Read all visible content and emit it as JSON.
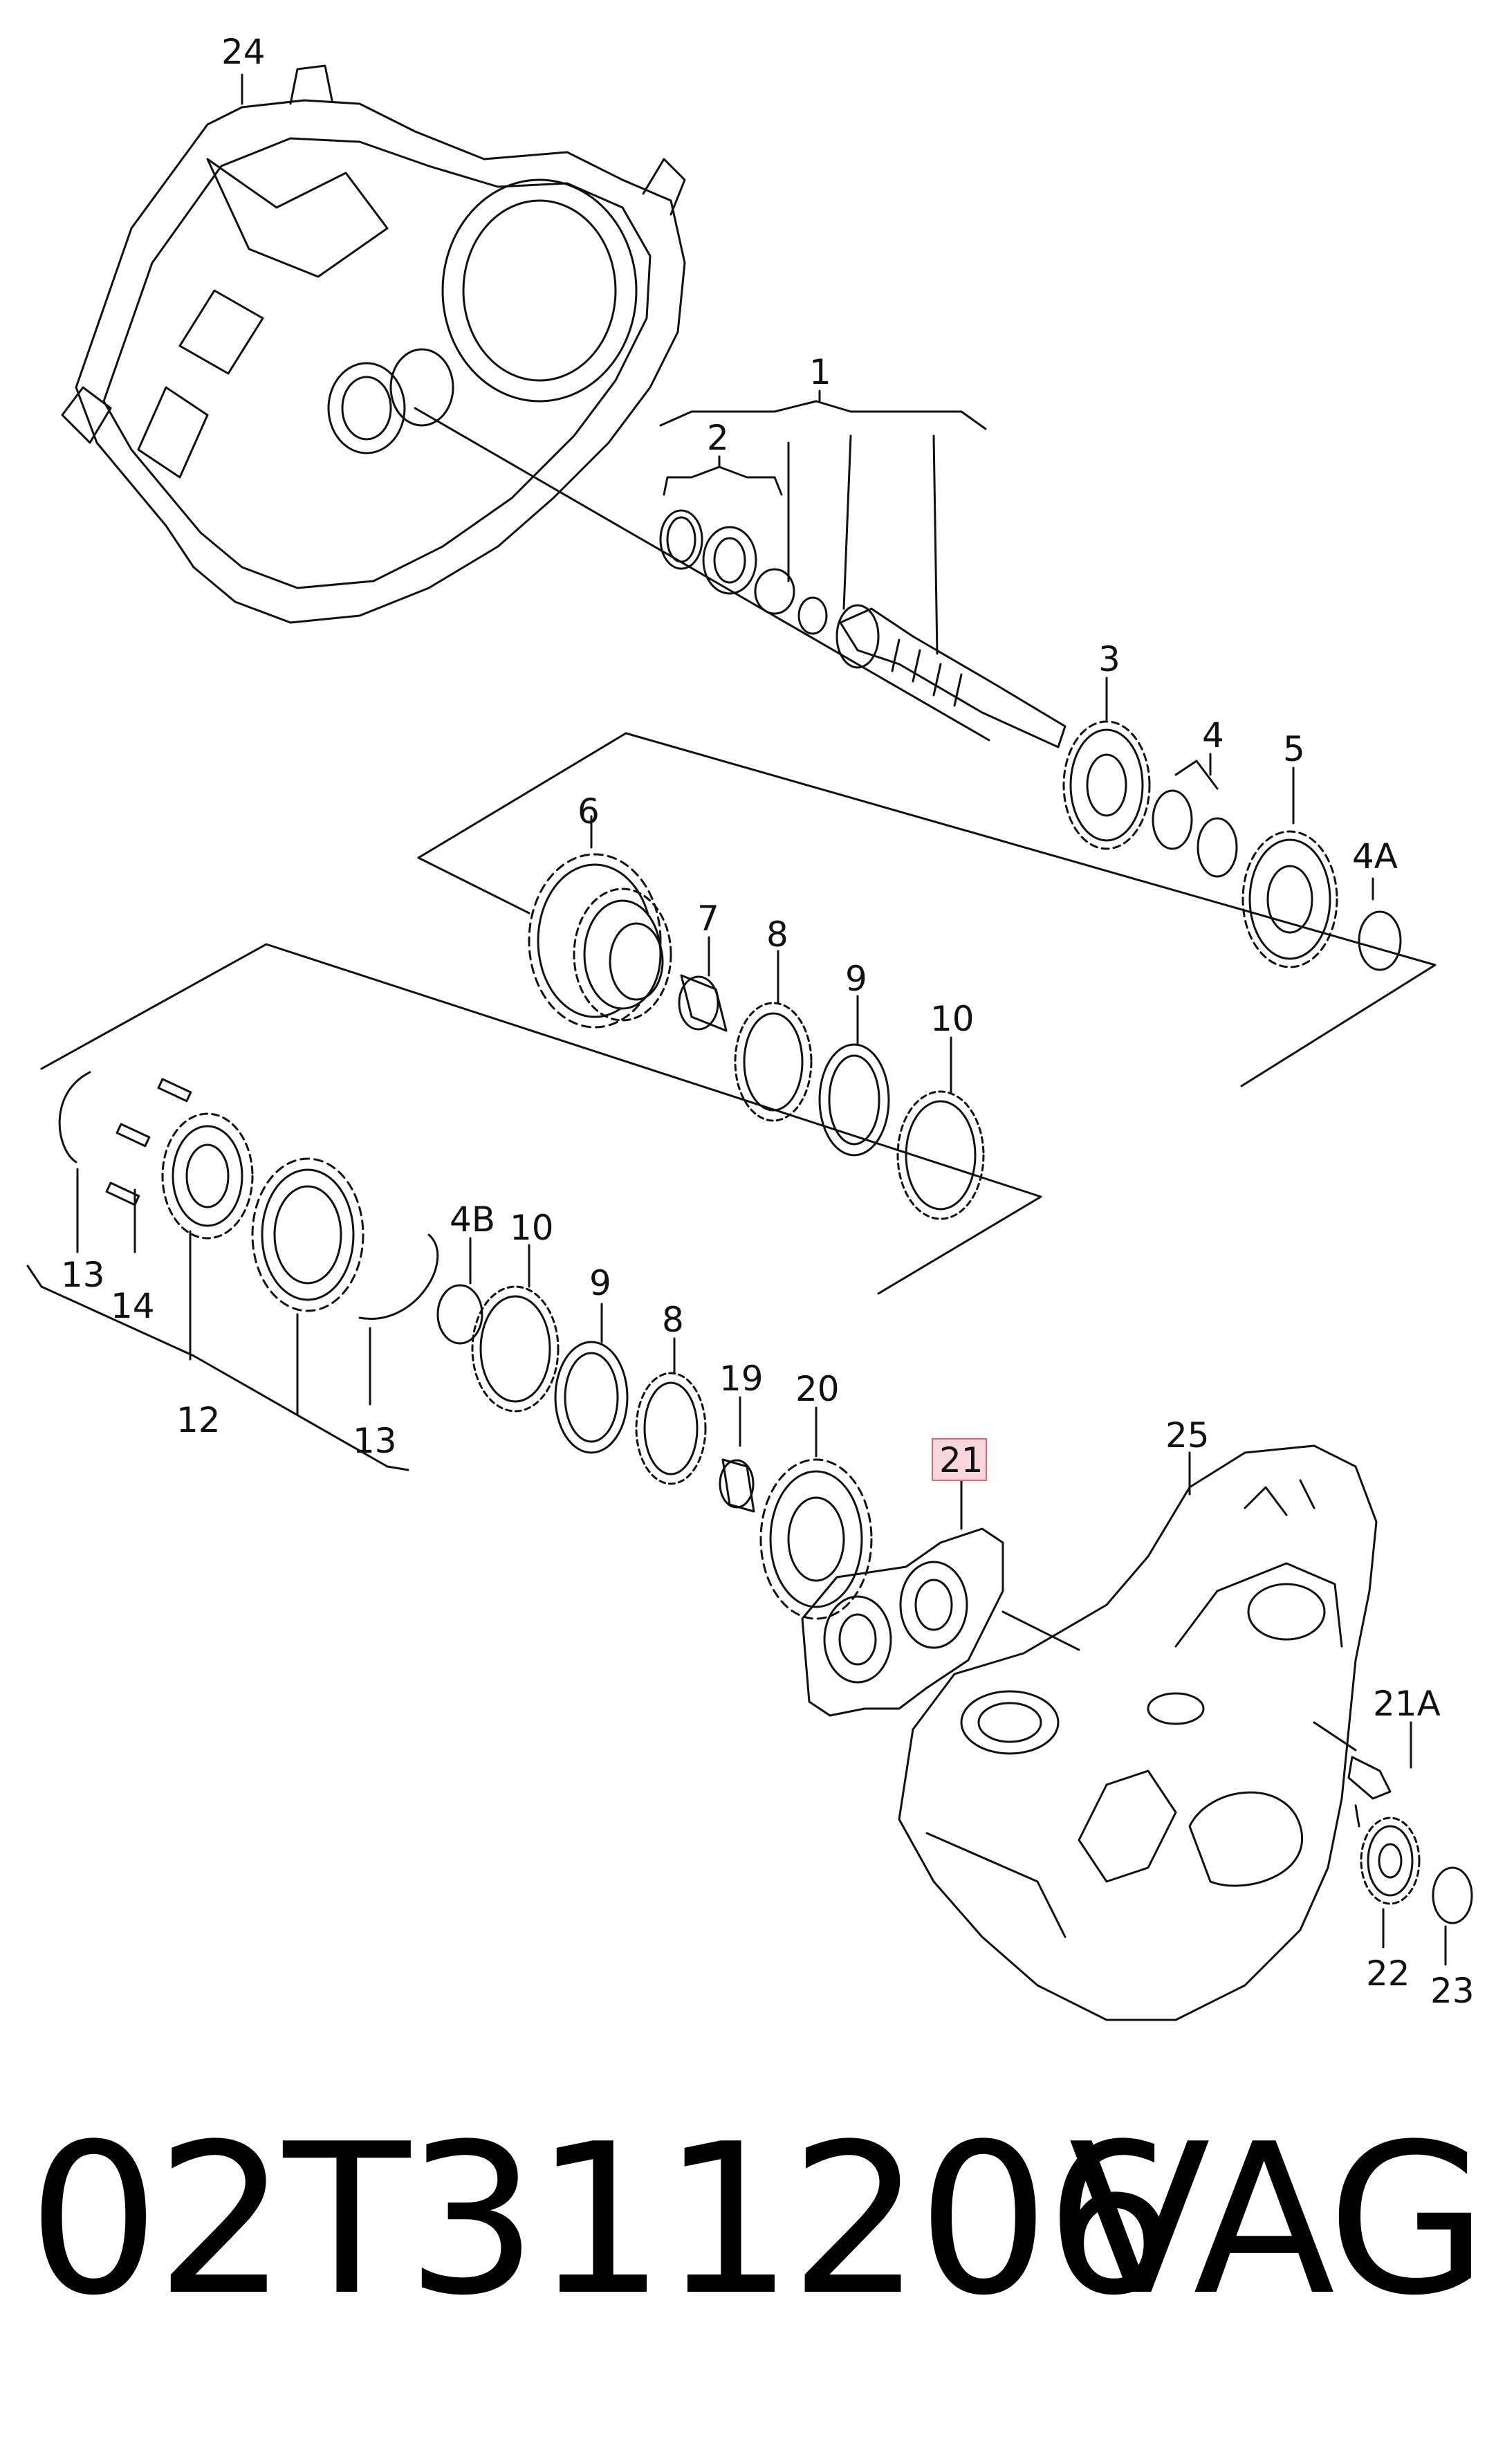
{
  "callouts": {
    "p1": "1",
    "p2": "2",
    "p3": "3",
    "p4": "4",
    "p4a": "4A",
    "p4b": "4B",
    "p5": "5",
    "p6": "6",
    "p7": "7",
    "p8a": "8",
    "p8b": "8",
    "p9a": "9",
    "p9b": "9",
    "p10a": "10",
    "p10b": "10",
    "p12": "12",
    "p13a": "13",
    "p13b": "13",
    "p14": "14",
    "p19": "19",
    "p20": "20",
    "p21": "21",
    "p21a": "21A",
    "p22": "22",
    "p23": "23",
    "p24": "24",
    "p25": "25"
  },
  "highlight": {
    "part": "21",
    "color": "#f8d7dc",
    "border": "#d9667a"
  },
  "footer": {
    "part_number": "02T311206",
    "brand": "VAG"
  }
}
